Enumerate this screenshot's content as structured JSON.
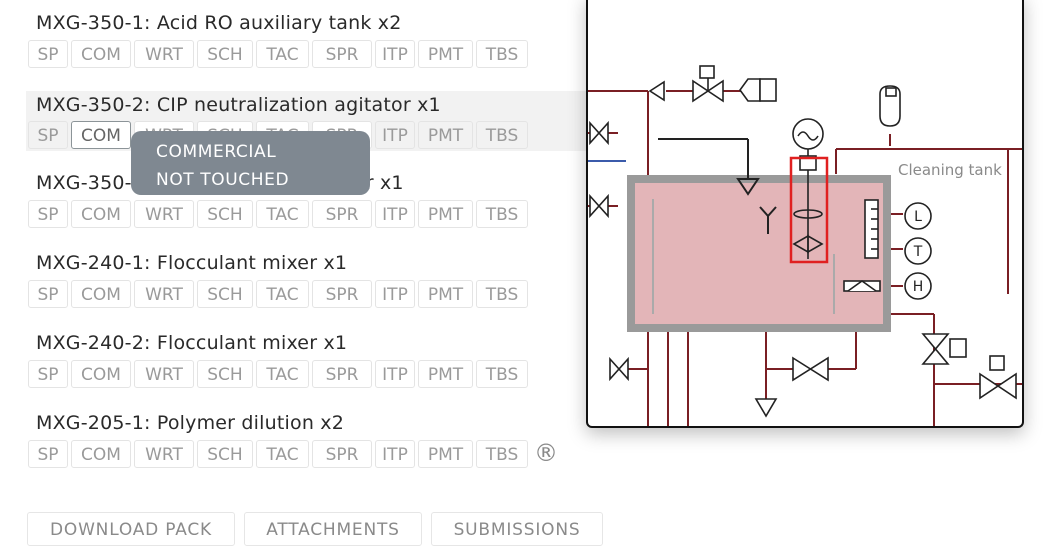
{
  "tag_labels": [
    "SP",
    "COM",
    "WRT",
    "SCH",
    "TAC",
    "SPR",
    "ITP",
    "PMT",
    "TBS"
  ],
  "equipment": [
    {
      "title": "MXG-350-1: Acid RO auxiliary tank x2"
    },
    {
      "title": "MXG-350-2: CIP neutralization agitator x1"
    },
    {
      "title": "MXG-350-3: Cleaning tank agitator x1"
    },
    {
      "title": "MXG-240-1: Flocculant mixer x1"
    },
    {
      "title": "MXG-240-2: Flocculant mixer x1"
    },
    {
      "title": "MXG-205-1: Polymer dilution x2"
    }
  ],
  "registered_mark": "®",
  "tooltip": {
    "line1": "COMMERCIAL",
    "line2": "NOT TOUCHED"
  },
  "buttons": {
    "download": "DOWNLOAD PACK",
    "attachments": "ATTACHMENTS",
    "submissions": "SUBMISSIONS"
  },
  "diagram": {
    "label": "Cleaning tank",
    "instruments": [
      "L",
      "T",
      "H"
    ],
    "colors": {
      "pipe": "#7a1f24",
      "tank_fill": "#e3b5b8",
      "tank_wall": "#9a9a9a",
      "highlight": "#e02020",
      "blue_line": "#3b5bab"
    }
  }
}
